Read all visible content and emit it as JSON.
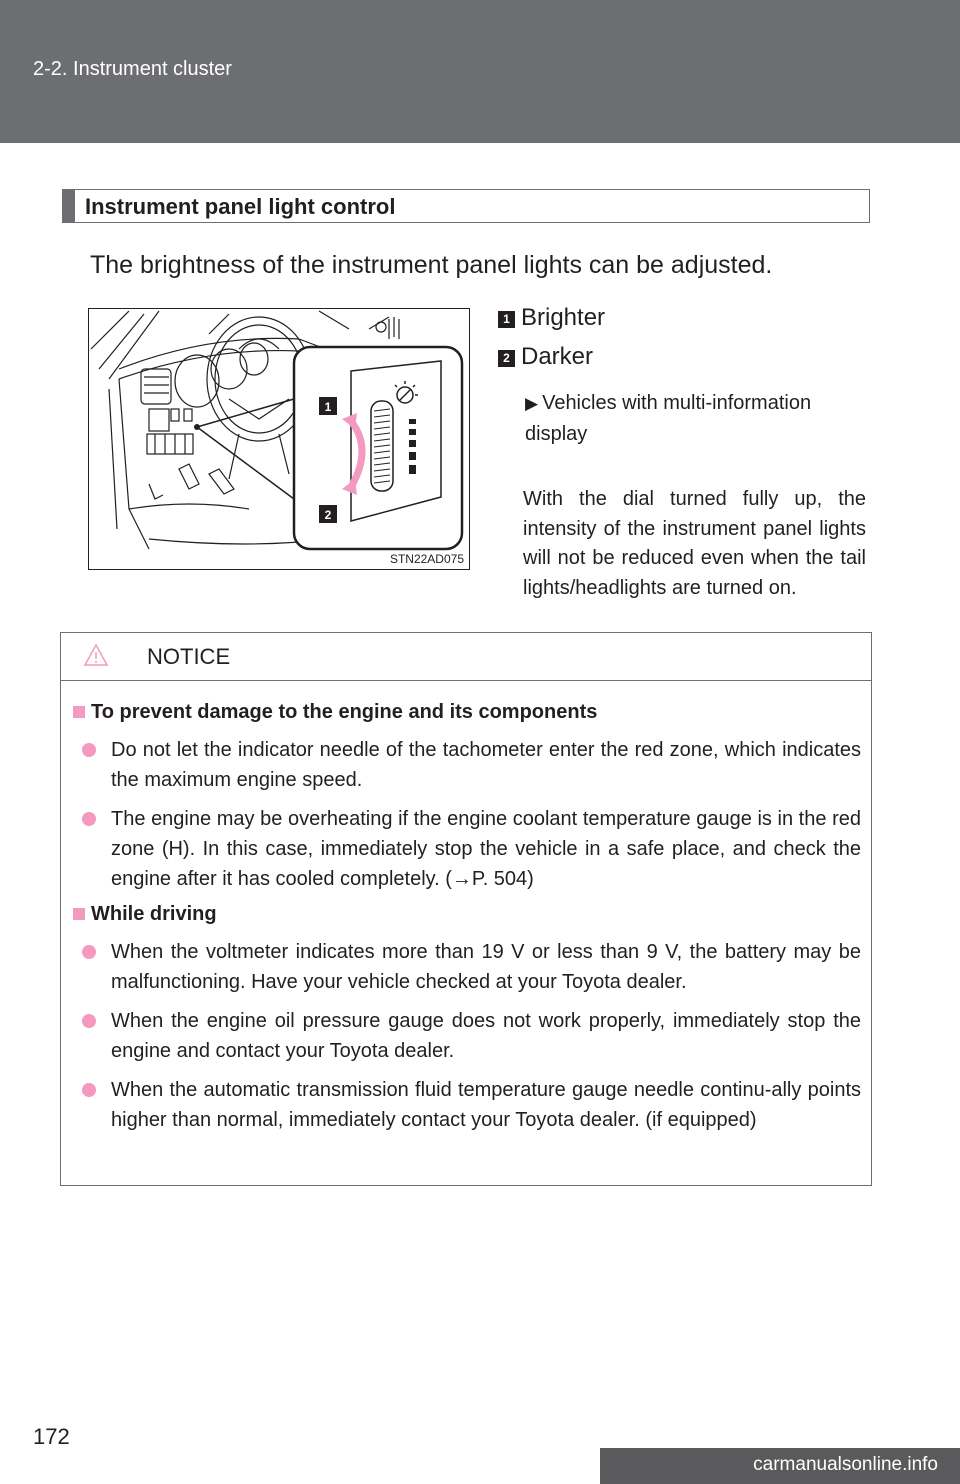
{
  "header": {
    "section": "2-2. Instrument cluster"
  },
  "section": {
    "title": "Instrument panel light control"
  },
  "intro": "The brightness of the instrument panel lights can be adjusted.",
  "figure": {
    "code": "STN22AD075",
    "callout_1": "1",
    "callout_2": "2"
  },
  "legend": [
    {
      "num": "1",
      "label": "Brighter"
    },
    {
      "num": "2",
      "label": "Darker"
    }
  ],
  "vehicle_note": "Vehicles with multi-information display",
  "description": "With the dial turned fully up, the intensity of the instrument panel lights will not be reduced even when the tail lights/headlights are turned on.",
  "notice": {
    "label": "NOTICE",
    "heading_1": "To prevent damage to the engine and its components",
    "bullet_1": "Do not let the indicator needle of the tachometer enter the red zone, which indicates the maximum engine speed.",
    "bullet_2": "The engine may be overheating if the engine coolant temperature gauge is in the red zone (H). In this case, immediately stop the vehicle in a safe place, and check the engine after it has cooled completely. (→P. 504)",
    "heading_2": "While driving",
    "bullet_3": "When the voltmeter indicates more than 19 V or less than 9 V, the battery may be malfunctioning. Have your vehicle checked at your Toyota dealer.",
    "bullet_4": "When the engine oil pressure gauge does not work properly, immediately stop the engine and contact your Toyota dealer.",
    "bullet_5": "When the automatic transmission fluid temperature gauge needle continu-ally points higher than normal, immediately contact your Toyota dealer. (if equipped)"
  },
  "page_number": "172",
  "watermark": "carmanualsonline.info",
  "colors": {
    "header": "#6d6e71",
    "accent_pink": "#f49ac1",
    "text": "#231f20"
  }
}
